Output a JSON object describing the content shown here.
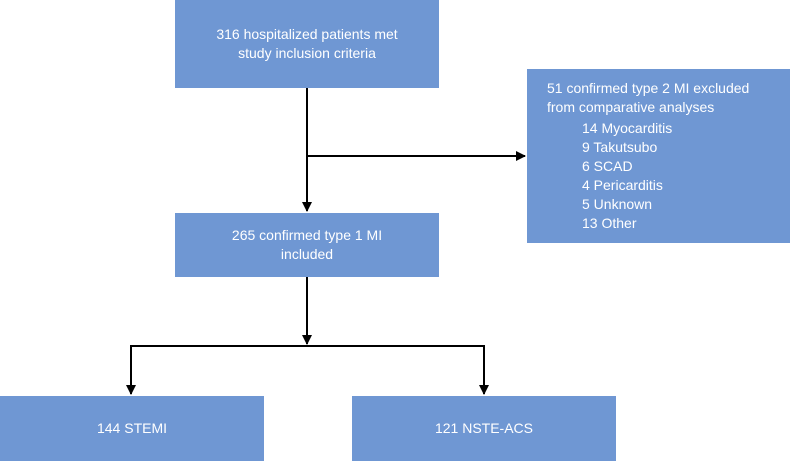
{
  "boxes": {
    "top": {
      "line1": "316 hospitalized patients met",
      "line2": "study inclusion criteria"
    },
    "excluded": {
      "line1": "51 confirmed type 2 MI excluded",
      "line2": "from comparative analyses",
      "items": [
        "14 Myocarditis",
        "9 Takutsubo",
        "6 SCAD",
        "4 Pericarditis",
        "5 Unknown",
        "13 Other"
      ]
    },
    "middle": {
      "line1": "265 confirmed type 1 MI",
      "line2": "included"
    },
    "left": {
      "label": "144 STEMI"
    },
    "right": {
      "label": "121 NSTE-ACS"
    }
  },
  "colors": {
    "box_fill": "#6f97d3",
    "box_text": "#ffffff",
    "connector": "#000000"
  }
}
